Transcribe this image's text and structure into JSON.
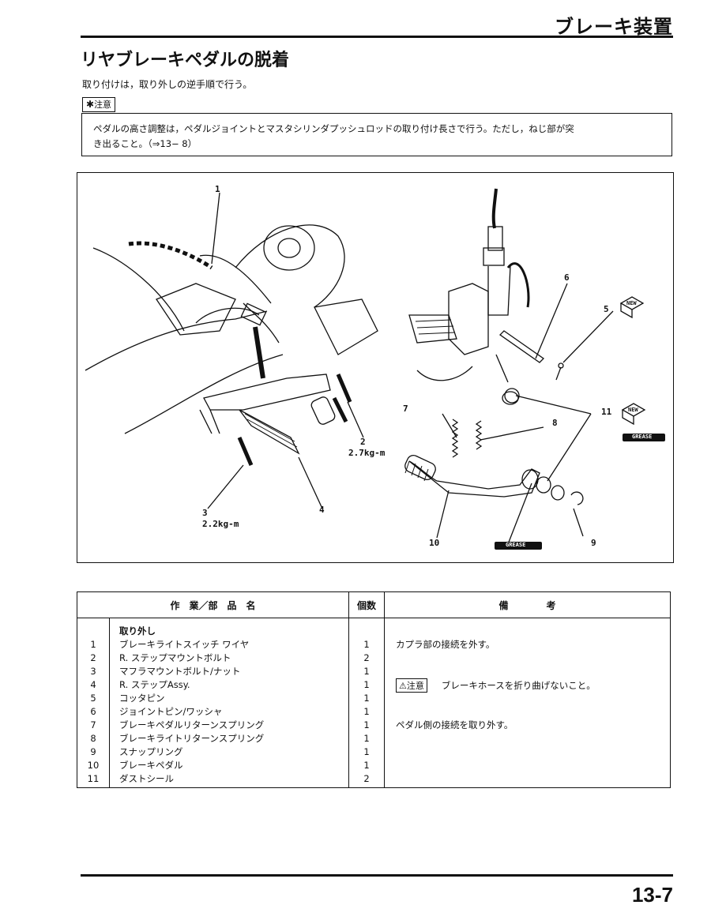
{
  "header": {
    "title": "ブレーキ装置"
  },
  "section": {
    "title": "リヤブレーキペダルの脱着",
    "note": "取り付けは，取り外しの逆手順で行う。"
  },
  "caution": {
    "badge": "注意",
    "text_line1": "ペダルの高さ調整は，ペダルジョイントとマスタシリンダプッシュロッドの取り付け長さで行う。ただし，ねじ部が突",
    "text_line2": "き出ること。（⇒13− 8）"
  },
  "figure": {
    "callouts": {
      "c1": "1",
      "c2": "2",
      "c2_torque": "2.7kg-m",
      "c3": "3",
      "c3_torque": "2.2kg-m",
      "c4": "4",
      "c5": "5",
      "c6": "6",
      "c7": "7",
      "c8": "8",
      "c9": "9",
      "c10": "10",
      "c11": "11"
    },
    "new_label": "NEW",
    "grease_label": "GREASE"
  },
  "table": {
    "headers": {
      "name": "作　業／部　品　名",
      "qty": "個数",
      "remarks": "備　　　　考"
    },
    "group_label": "取り外し",
    "rows": [
      {
        "no": "1",
        "name": "ブレーキライトスイッチ ワイヤ",
        "qty": "1"
      },
      {
        "no": "2",
        "name": "R. ステップマウントボルト",
        "qty": "2"
      },
      {
        "no": "3",
        "name": "マフラマウントボルト/ナット",
        "qty": "1"
      },
      {
        "no": "4",
        "name": "R. ステップAssy.",
        "qty": "1"
      },
      {
        "no": "5",
        "name": "コッタピン",
        "qty": "1"
      },
      {
        "no": "6",
        "name": "ジョイントピン/ワッシャ",
        "qty": "1"
      },
      {
        "no": "7",
        "name": "ブレーキペダルリターンスプリング",
        "qty": "1"
      },
      {
        "no": "8",
        "name": "ブレーキライトリターンスプリング",
        "qty": "1"
      },
      {
        "no": "9",
        "name": "スナップリング",
        "qty": "1"
      },
      {
        "no": "10",
        "name": "ブレーキペダル",
        "qty": "1"
      },
      {
        "no": "11",
        "name": "ダストシール",
        "qty": "2"
      }
    ],
    "remarks": {
      "r1": "カプラ部の接続を外す。",
      "r4_badge": "注意",
      "r4": "ブレーキホースを折り曲げないこと。",
      "r7": "ペダル側の接続を取り外す。"
    }
  },
  "footer": {
    "page": "13-7"
  }
}
